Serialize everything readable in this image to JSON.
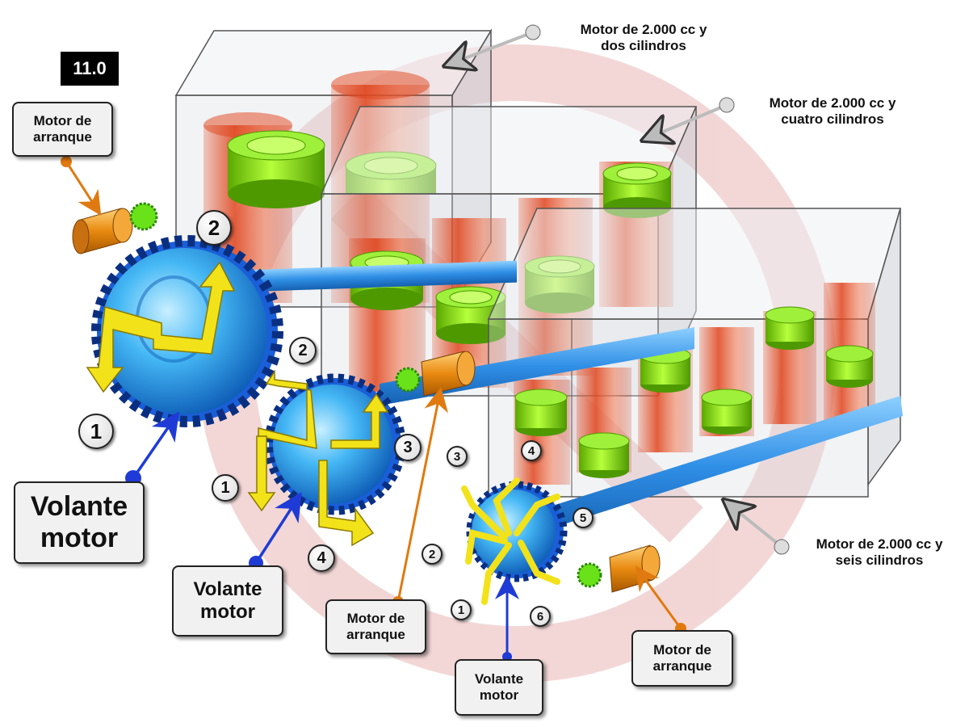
{
  "figure_badge": "11.0",
  "engines": {
    "two_cylinders": "Motor de 2.000 cc y dos cilindros",
    "four_cylinders": "Motor de 2.000 cc y cuatro cilindros",
    "six_cylinders": "Motor de 2.000 cc y seis cilindros",
    "two_lines": [
      "Motor de 2.000 cc y",
      "dos cilindros"
    ],
    "four_lines": [
      "Motor de 2.000 cc y",
      "cuatro cilindros"
    ],
    "six_lines": [
      "Motor de 2.000 cc y",
      "seis cilindros"
    ]
  },
  "starter": {
    "lines": [
      "Motor de",
      "arranque"
    ]
  },
  "flywheel": {
    "lines": [
      "Volante",
      "motor"
    ]
  },
  "flywheel_2cyl": {
    "numbers": [
      "1",
      "2"
    ]
  },
  "flywheel_4cyl": {
    "numbers": [
      "1",
      "2",
      "3",
      "4"
    ]
  },
  "flywheel_6cyl": {
    "numbers": [
      "1",
      "2",
      "3",
      "4",
      "5",
      "6"
    ]
  },
  "colors": {
    "block_glass": "#d9dde3",
    "cylinder": "#e0441c",
    "piston": "#8fe000",
    "flywheel": "#2aa6f0",
    "crankshaft": "#2f8fe6",
    "arrow": "#f2e21a",
    "starter": "#e88a10",
    "pointer_blue": "#1f3bd6",
    "pointer_orange": "#e07a10",
    "pointer_gray": "#cccccc",
    "watermark": "#c94a4a"
  }
}
